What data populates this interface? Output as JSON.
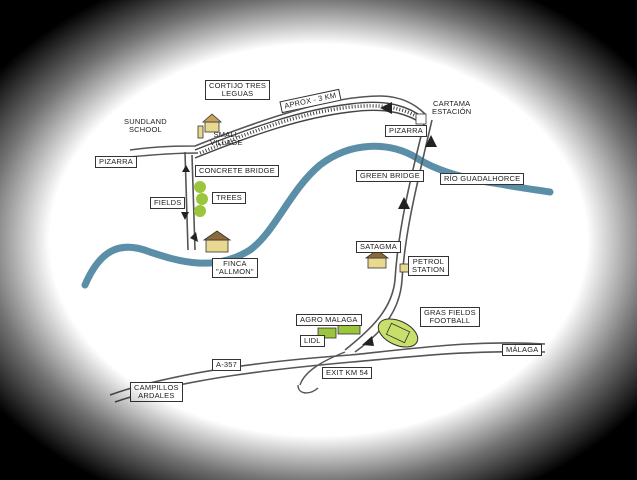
{
  "labels": {
    "cortijo": "CORTIJO TRES\nLEGUAS",
    "sunland": "SUNDLAND\nSCHOOL",
    "small_village": "SMALL\nVILLAGE",
    "distance": "APROX - 3 KM",
    "cartama": "CARTAMA\nESTACIÓN",
    "pizarra_station": "PIZARRA",
    "pizarra_arrow": "PIZARRA",
    "concrete_bridge": "CONCRETE BRIDGE",
    "fields": "FIELDS",
    "trees": "TREES",
    "finca": "FINCA\n\"ALLMON\"",
    "green_bridge": "GREEN BRIDGE",
    "rio": "RÍO GUADALHORCE",
    "satagma": "SATAGMA",
    "petrol": "PETROL\nSTATION",
    "grass_fields": "GRAS FIELDS\nFOOTBALL",
    "agromalaga": "AGRO MALAGA",
    "lidl": "LIDL",
    "a357": "A-357",
    "malaga": "MÁLAGA",
    "exit": "EXIT KM 54",
    "campillos": "CAMPILLOS\nARDALES"
  },
  "colors": {
    "river": "#5b8fa8",
    "road": "#555555",
    "trees": "#9bc53d",
    "field": "#c8e06b",
    "paper": "#ffffff"
  }
}
